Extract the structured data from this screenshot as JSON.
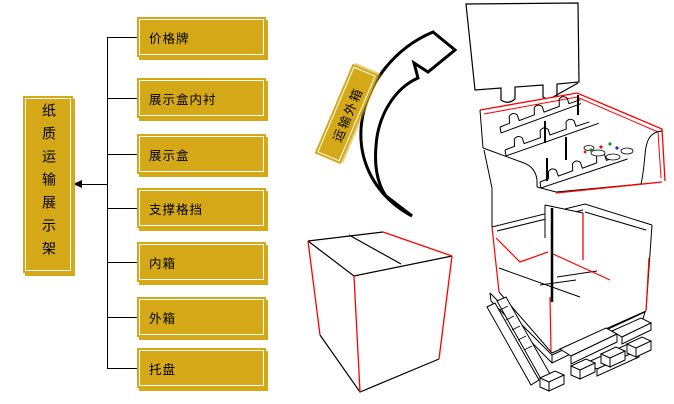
{
  "colors": {
    "gold": "#D5A817",
    "inner_border": "#FFFFFF",
    "line_black": "#000000",
    "accent_red": "#FF0000",
    "background": "#FFFFFF",
    "text": "#000000"
  },
  "title_node": {
    "label": "纸质运输展示架"
  },
  "nodes": [
    {
      "id": "price-tag",
      "label": "价格牌"
    },
    {
      "id": "display-box-liner",
      "label": "展示盒内衬"
    },
    {
      "id": "display-box",
      "label": "展示盒"
    },
    {
      "id": "support-divider",
      "label": "支撑格挡"
    },
    {
      "id": "inner-box",
      "label": "内箱"
    },
    {
      "id": "outer-box",
      "label": "外箱"
    },
    {
      "id": "pallet",
      "label": "托盘"
    }
  ],
  "callout": {
    "label": "运输外箱"
  },
  "icons": {
    "curved_arrow": "curved-arrow-icon",
    "left_arrowhead": "arrowhead-left-icon"
  }
}
